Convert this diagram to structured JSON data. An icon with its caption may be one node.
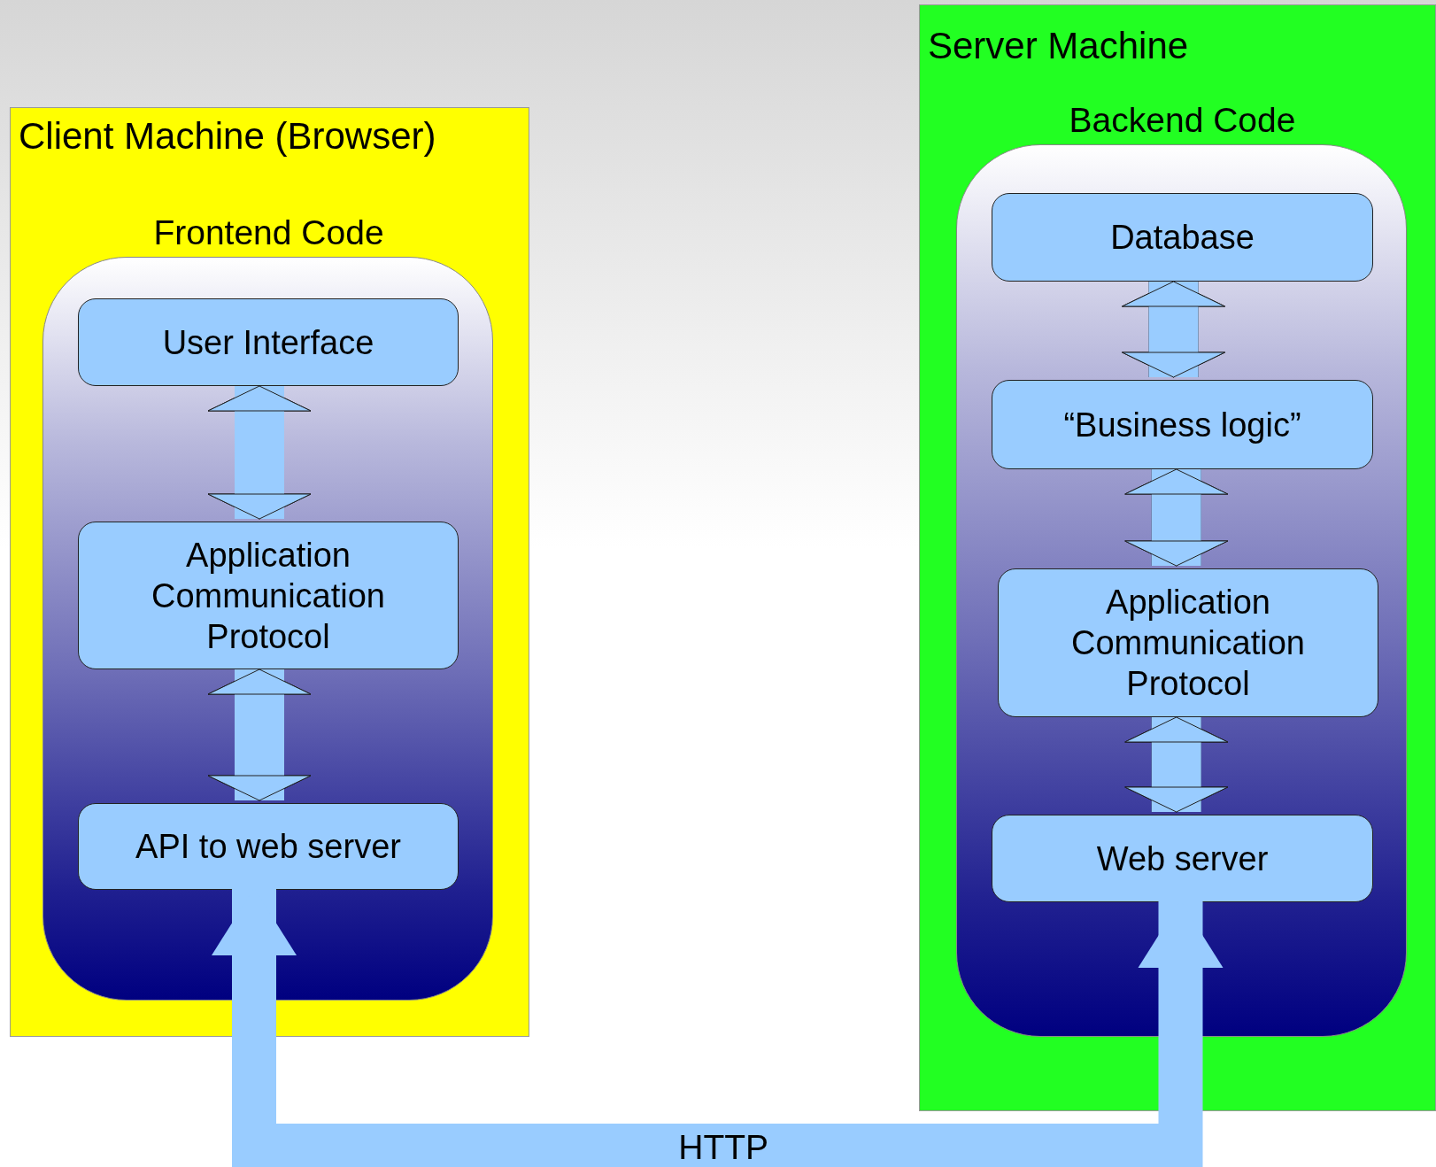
{
  "diagram": {
    "nodes": [
      {
        "text": [
          "Client Machine (Browser)"
        ]
      },
      {
        "text": [
          "Frontend Code"
        ],
        "in": 0
      },
      {
        "text": [
          "User Interface"
        ],
        "in": 1
      },
      {
        "text": [
          "Application Communication Protocol"
        ],
        "in": 1
      },
      {
        "text": [
          "API to web server"
        ],
        "in": 1
      },
      {
        "text": [
          "Server Machine"
        ]
      },
      {
        "text": [
          "Backend Code"
        ],
        "in": 5
      },
      {
        "text": [
          "Database"
        ],
        "in": 6
      },
      {
        "text": [
          "“Business logic”"
        ],
        "in": 6
      },
      {
        "text": [
          "Application Communication Protocol"
        ],
        "in": 6
      },
      {
        "text": [
          "Web server"
        ],
        "in": 6
      }
    ],
    "edges": [
      {
        "from": 2,
        "to": 3,
        "arrow": "both"
      },
      {
        "from": 3,
        "to": 4,
        "arrow": "both"
      },
      {
        "from": 7,
        "to": 8,
        "arrow": "both"
      },
      {
        "from": 8,
        "to": 9,
        "arrow": "both"
      },
      {
        "from": 9,
        "to": 10,
        "arrow": "both"
      },
      {
        "from": 4,
        "to": 10,
        "arrow": "both",
        "label": "HTTP"
      }
    ]
  }
}
